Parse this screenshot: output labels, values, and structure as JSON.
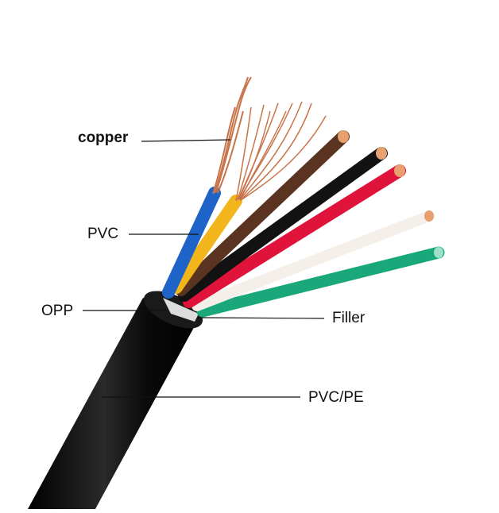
{
  "labels": {
    "copper": "copper",
    "pvc": "PVC",
    "opp": "OPP",
    "filler": "Filler",
    "pvc_pe": "PVC/PE"
  },
  "colors": {
    "background": "#ffffff",
    "jacket": "#101010",
    "copper": "#c8744a",
    "blue_core": "#1e63c8",
    "yellow_core": "#f2b51b",
    "brown_core": "#5a3420",
    "black_core": "#121212",
    "red_core": "#e0143a",
    "white_core": "#f4efe8",
    "green_core": "#1aa87a",
    "leader_line": "#111111"
  }
}
